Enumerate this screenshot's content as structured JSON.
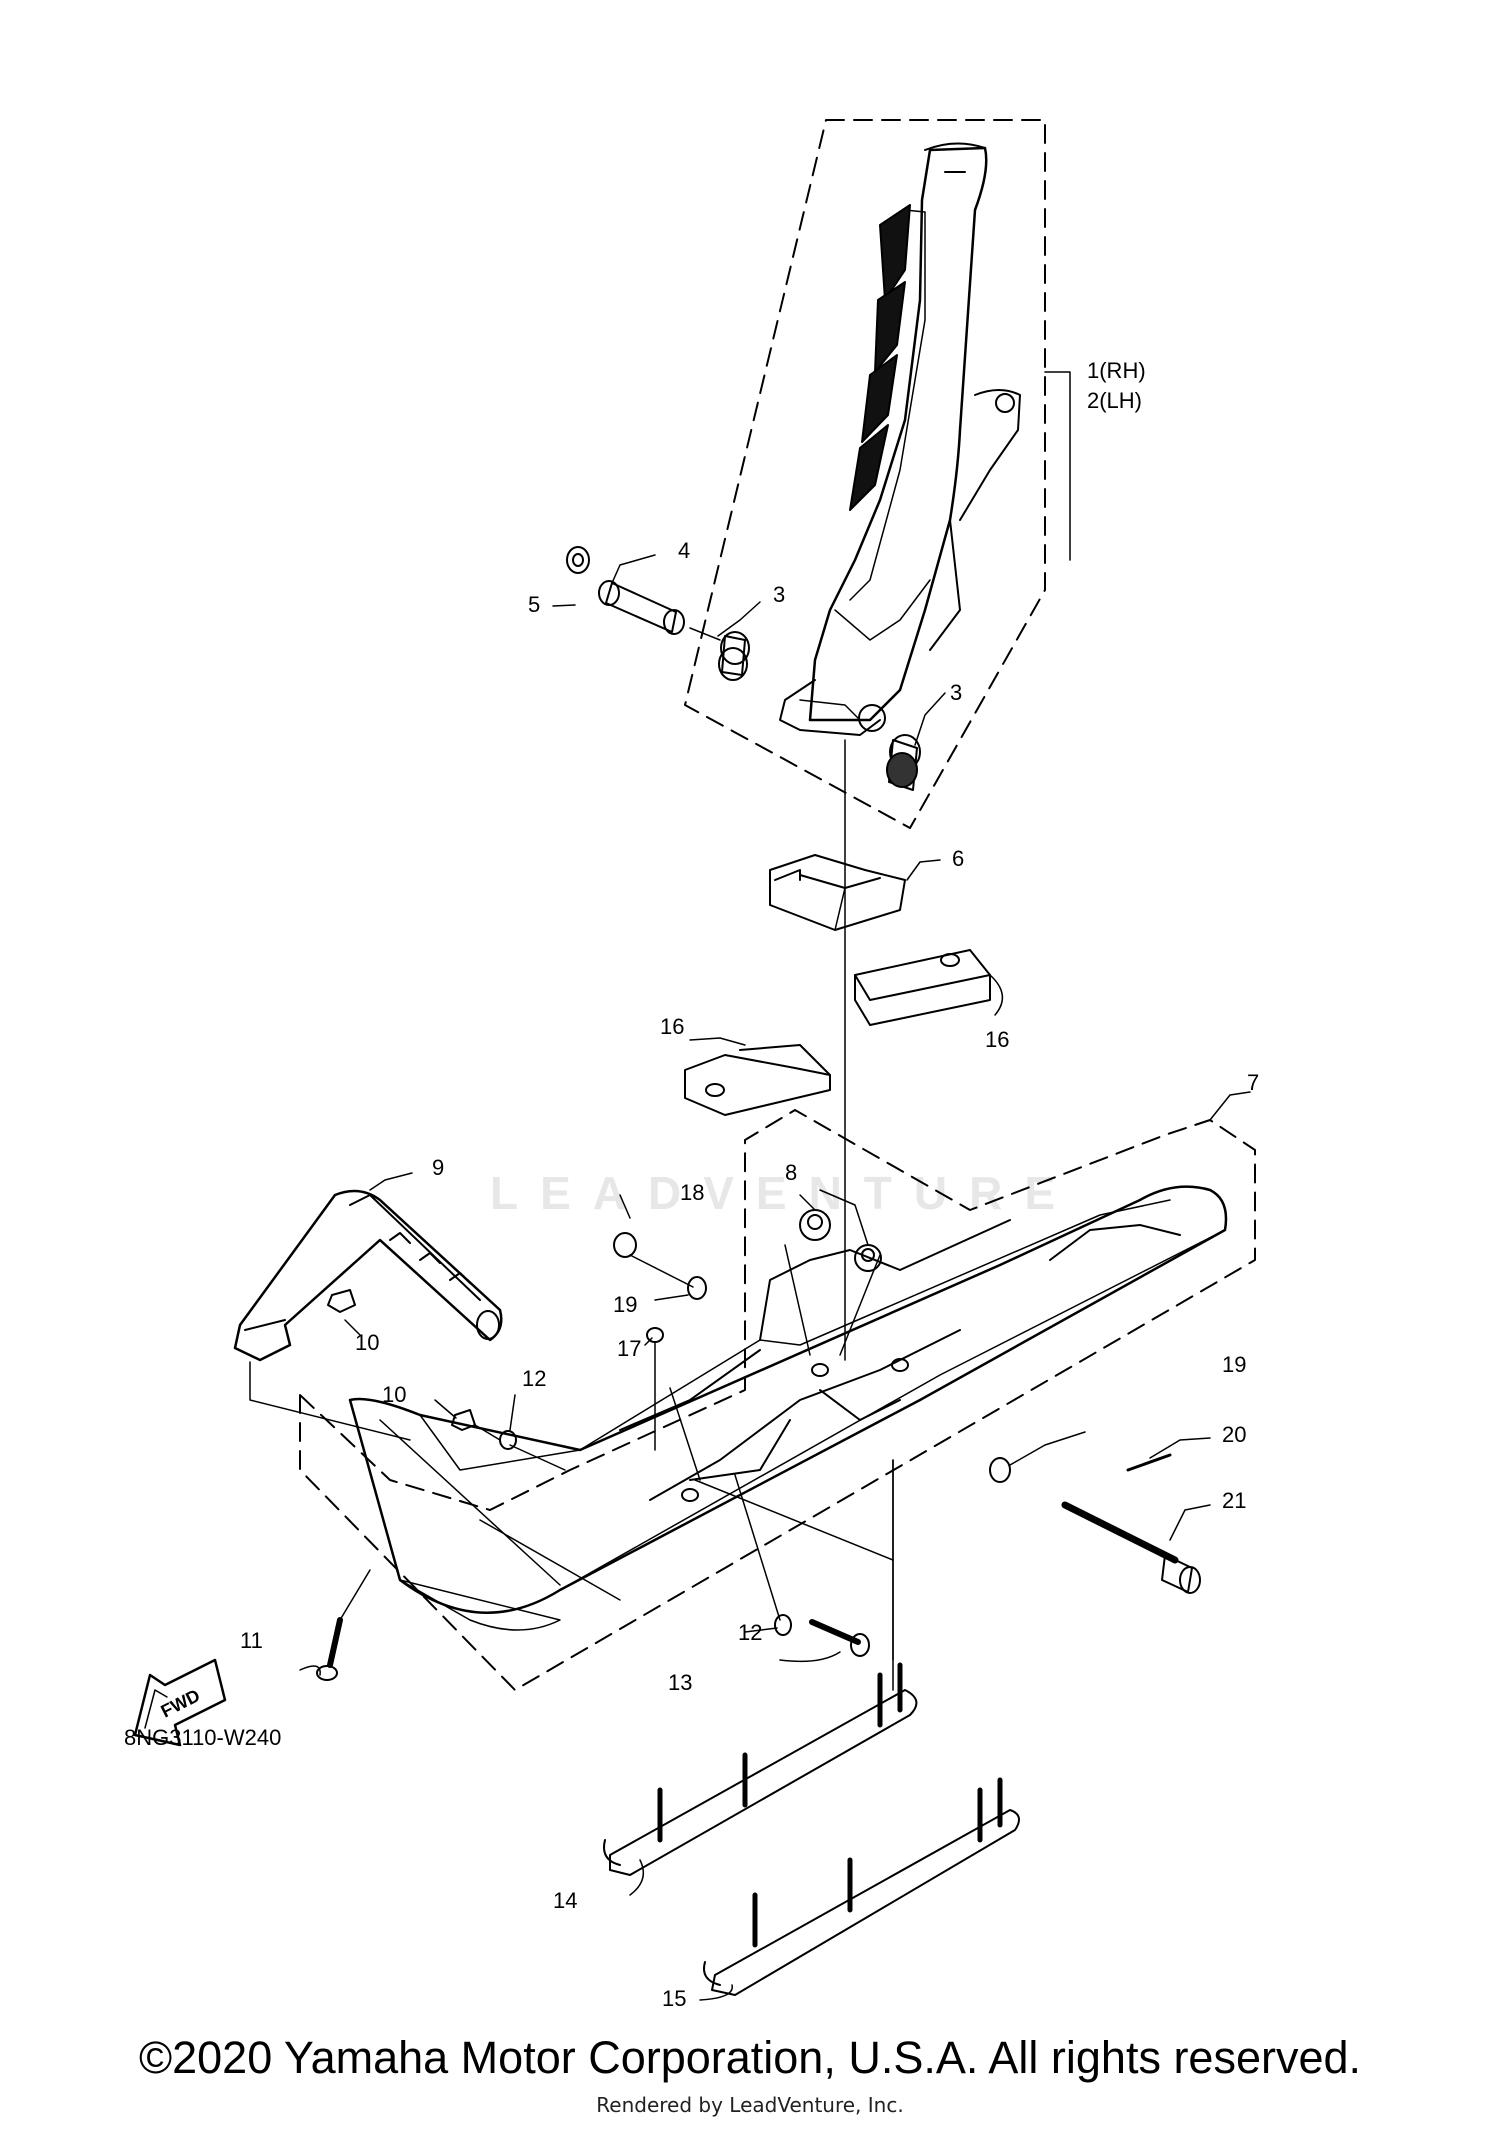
{
  "watermark": {
    "brand": "LEADVENTURE"
  },
  "drawing": {
    "code": "8NG3110-W240",
    "fwd_label": "FWD",
    "callouts": {
      "c1": "1(RH)",
      "c2": "2(LH)",
      "c3a": "3",
      "c3b": "3",
      "c4": "4",
      "c5": "5",
      "c6": "6",
      "c7": "7",
      "c8": "8",
      "c9": "9",
      "c10a": "10",
      "c10b": "10",
      "c11": "11",
      "c12a": "12",
      "c12b": "12",
      "c13": "13",
      "c14": "14",
      "c15": "15",
      "c16a": "16",
      "c16b": "16",
      "c17": "17",
      "c18": "18",
      "c19a": "19",
      "c19b": "19",
      "c20": "20",
      "c21": "21"
    }
  },
  "footer": {
    "copyright": "©2020 Yamaha Motor Corporation, U.S.A. All rights reserved.",
    "rendered_by": "Rendered by LeadVenture, Inc."
  }
}
